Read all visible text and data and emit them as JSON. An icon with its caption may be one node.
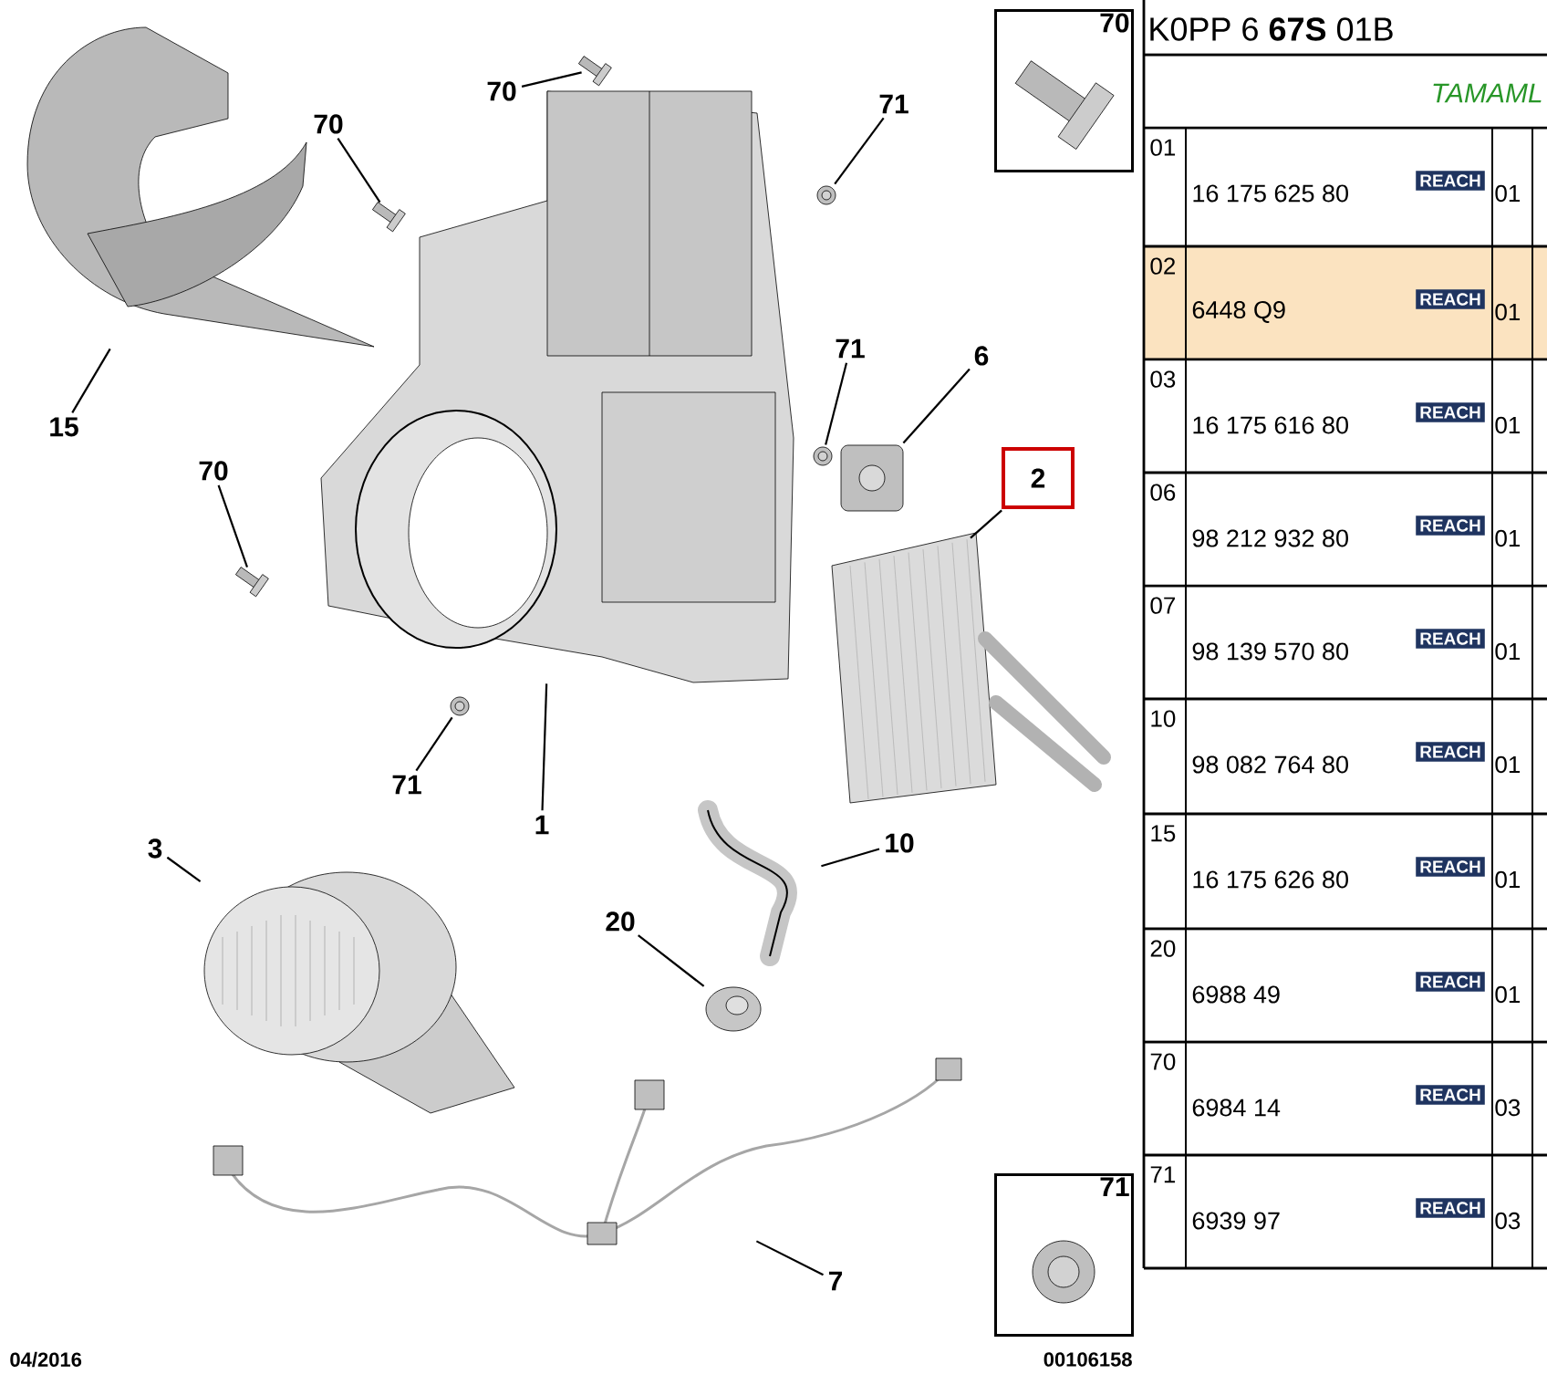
{
  "diagram": {
    "nodes": [
      {
        "text": [
          "70"
        ]
      },
      {
        "text": [
          "71"
        ]
      },
      {
        "text": [
          "70"
        ]
      },
      {
        "text": [
          "15"
        ]
      },
      {
        "text": [
          "71"
        ]
      },
      {
        "text": [
          "6"
        ]
      },
      {
        "text": [
          "70"
        ]
      },
      {
        "text": [
          "71"
        ]
      },
      {
        "text": [
          "1"
        ]
      },
      {
        "text": [
          "2"
        ]
      },
      {
        "text": [
          "3"
        ]
      },
      {
        "text": [
          "10"
        ]
      },
      {
        "text": [
          "20"
        ]
      },
      {
        "text": [
          "7"
        ]
      },
      {
        "text": [
          "70"
        ]
      },
      {
        "text": [],
        "shape": "picture",
        "in": 14
      },
      {
        "text": [
          "71"
        ]
      },
      {
        "text": [],
        "shape": "picture",
        "in": 16
      },
      {
        "text": [],
        "shape": "picture"
      },
      {
        "text": [],
        "shape": "picture"
      },
      {
        "text": [],
        "shape": "picture"
      },
      {
        "text": [],
        "shape": "picture"
      },
      {
        "text": [],
        "shape": "picture"
      },
      {
        "text": [],
        "shape": "picture"
      },
      {
        "text": [],
        "shape": "picture"
      },
      {
        "text": [],
        "shape": "picture"
      },
      {
        "text": [],
        "shape": "picture"
      },
      {
        "text": [],
        "shape": "picture"
      },
      {
        "text": [],
        "shape": "picture"
      },
      {
        "text": [],
        "shape": "picture"
      },
      {
        "text": [],
        "shape": "picture"
      },
      {
        "text": [],
        "shape": "picture"
      }
    ],
    "edges": [
      {
        "from": 0,
        "to": 18,
        "arrow": "none"
      },
      {
        "from": 1,
        "to": 19,
        "arrow": "none"
      },
      {
        "from": 2,
        "to": 20,
        "arrow": "none"
      },
      {
        "from": 3,
        "to": 21,
        "arrow": "none"
      },
      {
        "from": 4,
        "to": 22,
        "arrow": "none"
      },
      {
        "from": 5,
        "to": 23,
        "arrow": "none"
      },
      {
        "from": 6,
        "to": 24,
        "arrow": "none"
      },
      {
        "from": 7,
        "to": 25,
        "arrow": "none"
      },
      {
        "from": 8,
        "to": 26,
        "arrow": "none"
      },
      {
        "from": 9,
        "to": 27,
        "arrow": "none"
      },
      {
        "from": 10,
        "to": 30,
        "arrow": "none"
      },
      {
        "from": 11,
        "to": 28,
        "arrow": "none"
      },
      {
        "from": 12,
        "to": 29,
        "arrow": "none"
      },
      {
        "from": 13,
        "to": 31,
        "arrow": "none"
      }
    ],
    "labels": [
      "K0PP 6 **67S** 01B",
      "TAMAML",
      "01",
      "16 175 625 80",
      "REACH",
      "01",
      "02",
      "6448 Q9",
      "REACH",
      "01",
      "03",
      "16 175 616 80",
      "REACH",
      "01",
      "06",
      "98 212 932 80",
      "REACH",
      "01",
      "07",
      "98 139 570 80",
      "REACH",
      "01",
      "10",
      "98 082 764 80",
      "REACH",
      "01",
      "15",
      "16 175 626 80",
      "REACH",
      "01",
      "20",
      "6988 49",
      "REACH",
      "01",
      "70",
      "6984 14",
      "REACH",
      "03",
      "71",
      "6939 97",
      "REACH",
      "03",
      "04/2016",
      "00106158"
    ]
  }
}
